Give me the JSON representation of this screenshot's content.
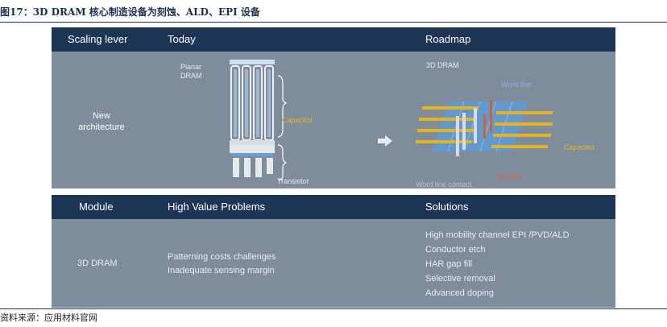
{
  "figure": {
    "title": "图17：3D DRAM 核心制造设备为刻蚀、ALD、EPI 设备",
    "source": "资料来源：应用材料官网"
  },
  "top_table": {
    "headers": [
      "Scaling lever",
      "Today",
      "Roadmap"
    ],
    "row_label": "New\narchitecture",
    "today": {
      "planar_label": "Planar\nDRAM",
      "capacitor_label": "Capacitor",
      "transistor_label": "Transistor"
    },
    "roadmap": {
      "title": "3D DRAM",
      "word_line_label": "Word line",
      "capacitor_label": "Capacitor",
      "bit_line_label": "Bit line",
      "word_line_contact_label": "Word line contact"
    }
  },
  "bottom_table": {
    "headers": [
      "Module",
      "High Value Problems",
      "Solutions"
    ],
    "module": "3D DRAM",
    "problems": [
      "Patterning costs challenges",
      "Inadequate sensing margin"
    ],
    "solutions": [
      "High mobility channel EPI /PVD/ALD",
      "Conductor etch",
      "HAR gap fill",
      "Selective removal",
      "Advanced doping"
    ]
  },
  "colors": {
    "header_bg": "#1e3656",
    "body_bg": "#7e8c9b",
    "capacitor_label": "#e3b62a",
    "bit_line_label": "#e0643a"
  }
}
